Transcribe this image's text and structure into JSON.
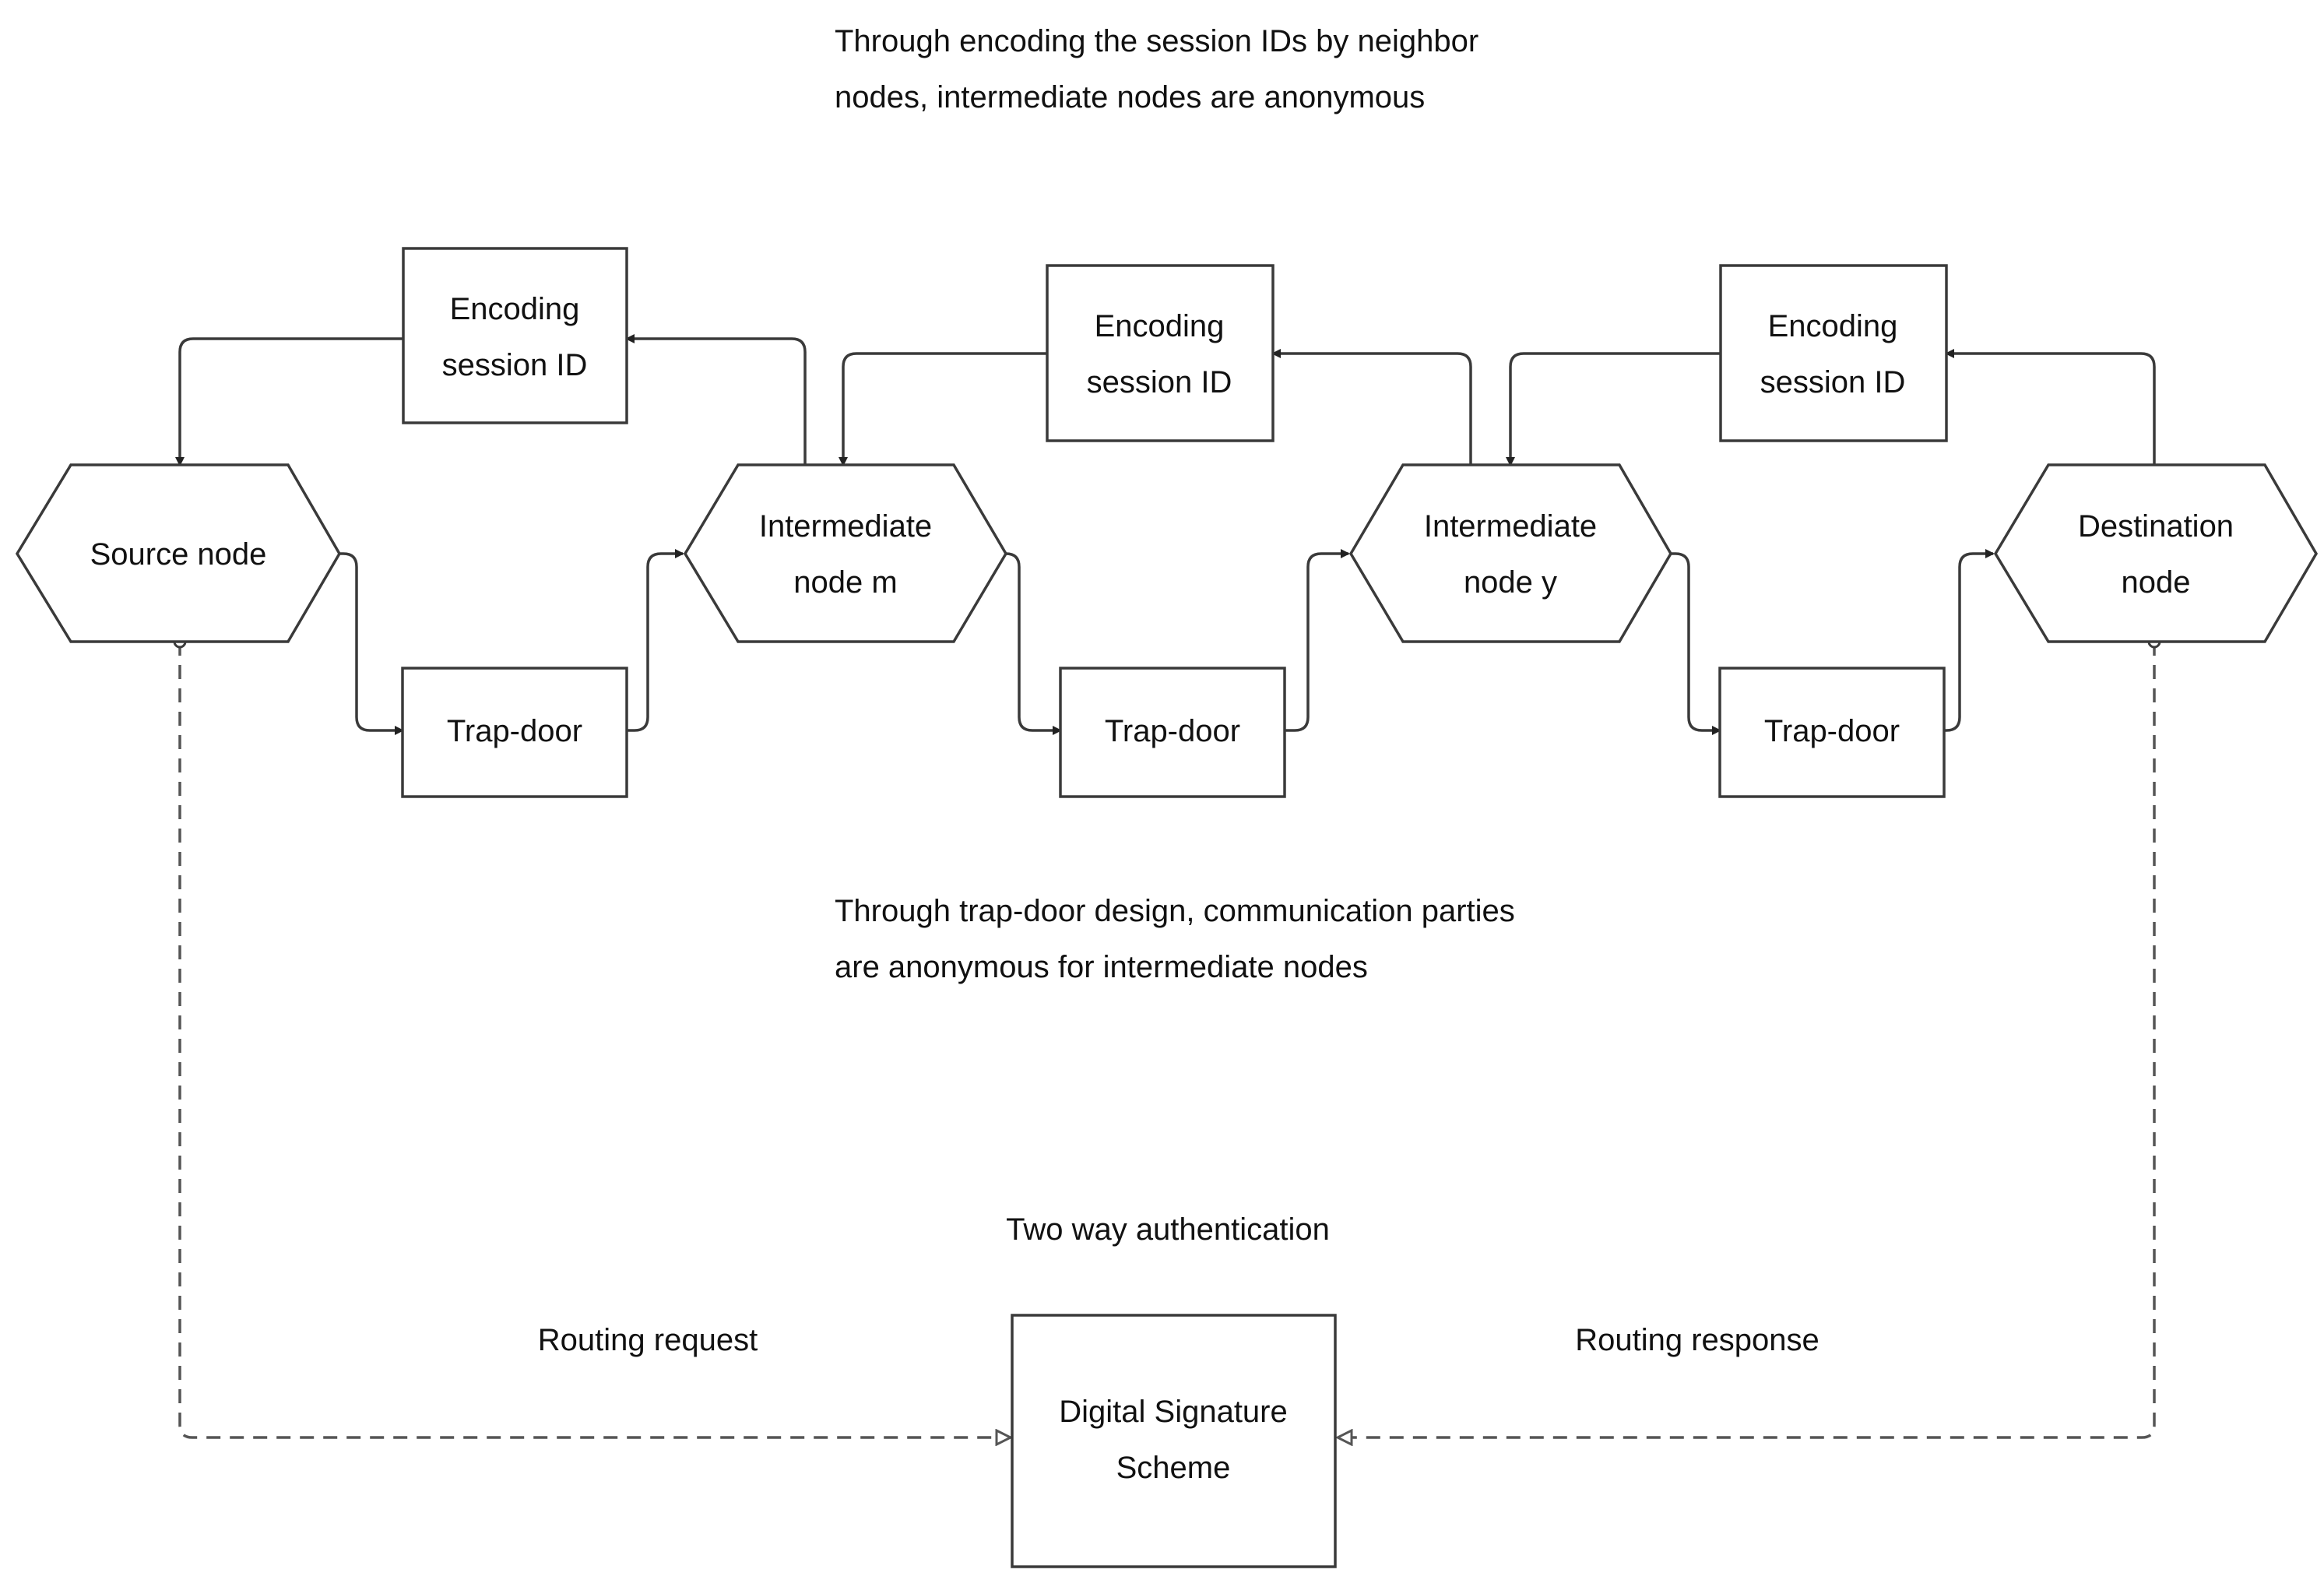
{
  "captions": {
    "top_line1": "Through encoding the session IDs by neighbor",
    "top_line2": "nodes, intermediate nodes are anonymous",
    "middle_line1": "Through trap-door design, communication parties",
    "middle_line2": "are anonymous for intermediate nodes",
    "two_way": "Two way authentication",
    "routing_request": "Routing request",
    "routing_response": "Routing response"
  },
  "nodes": {
    "source": "Source node",
    "intermediate_m": {
      "line1": "Intermediate",
      "line2": "node m"
    },
    "intermediate_y": {
      "line1": "Intermediate",
      "line2": "node y"
    },
    "destination": {
      "line1": "Destination",
      "line2": "node"
    }
  },
  "encoding_box": {
    "line1": "Encoding",
    "line2": "session ID"
  },
  "trapdoor_box": "Trap-door",
  "signature_box": {
    "line1": "Digital Signature",
    "line2": "Scheme"
  }
}
